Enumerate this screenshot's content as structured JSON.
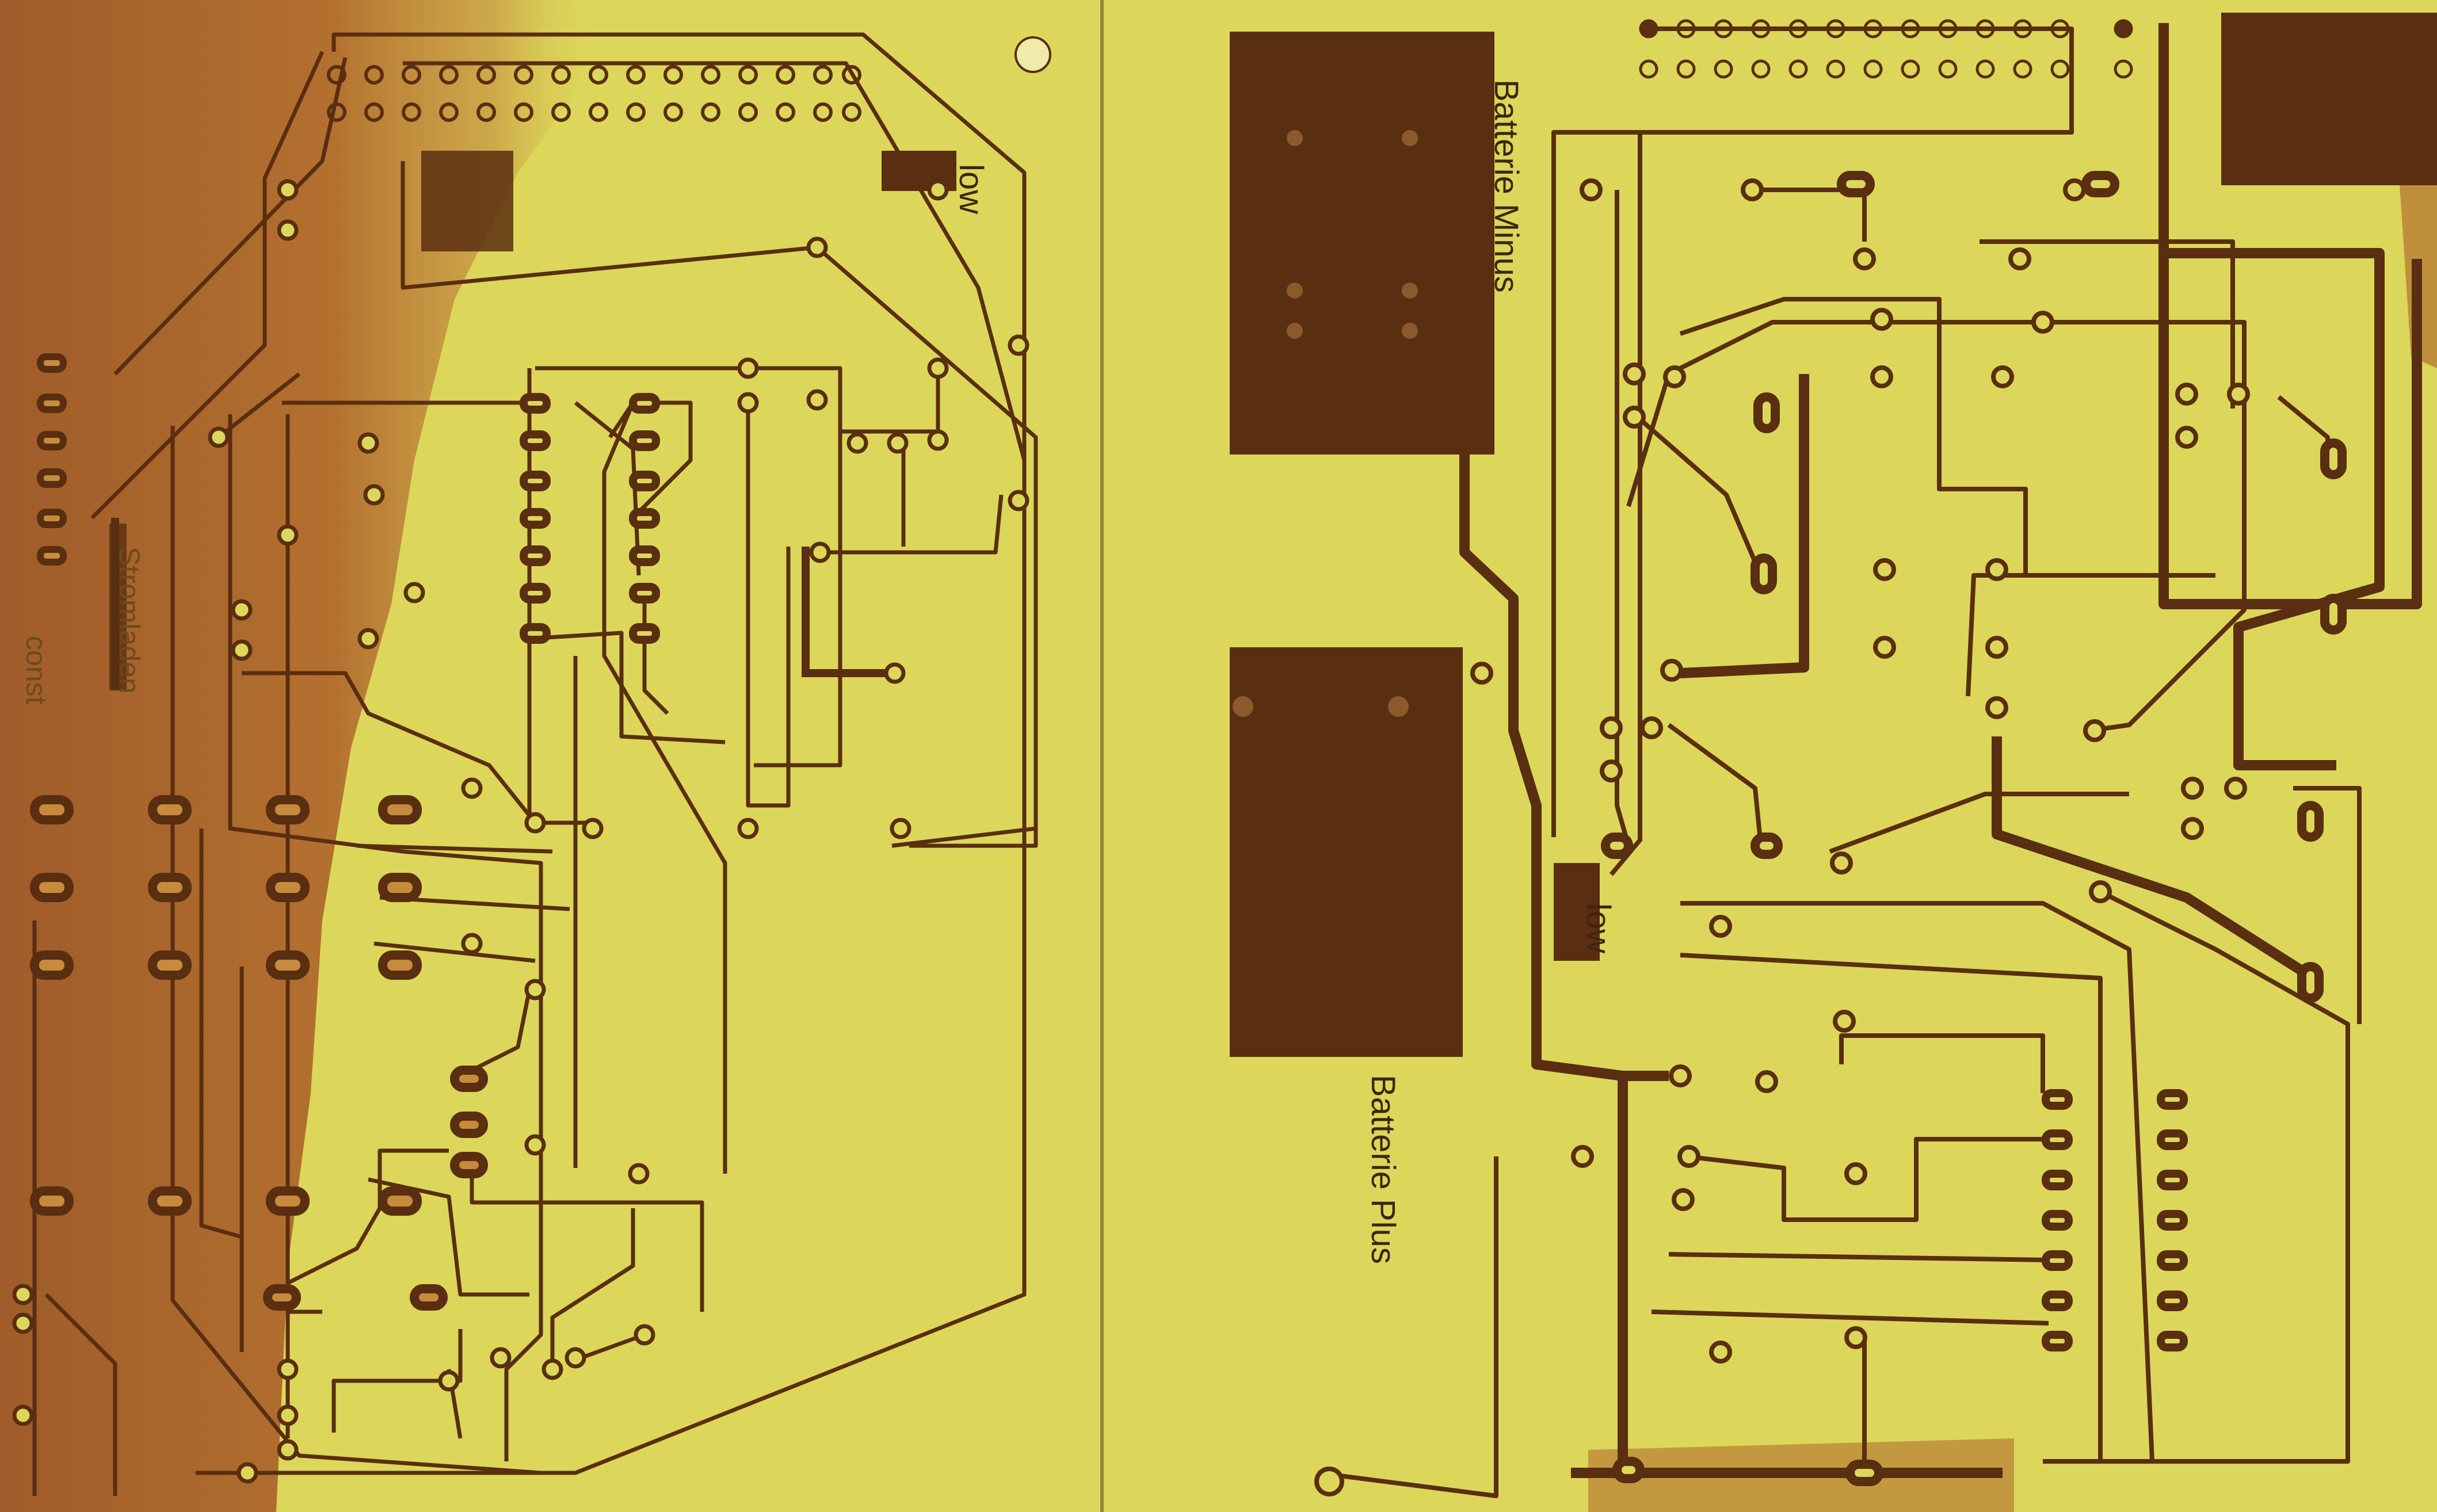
{
  "image": {
    "kind": "photo-scan",
    "subject": "two etched printed circuit boards side by side",
    "colors": {
      "board_base": "#dcd75a",
      "copper": "#5a2e10",
      "copper_light": "#a8642e",
      "copper_residue": "#b7742f",
      "label_ink": "#3d2510"
    }
  },
  "labels": {
    "battery_minus": "Batterie Minus",
    "battery_plus": "Batterie Plus",
    "low_right": "low",
    "low_left": "low",
    "stromladen": "Stromladen",
    "const": "const"
  }
}
